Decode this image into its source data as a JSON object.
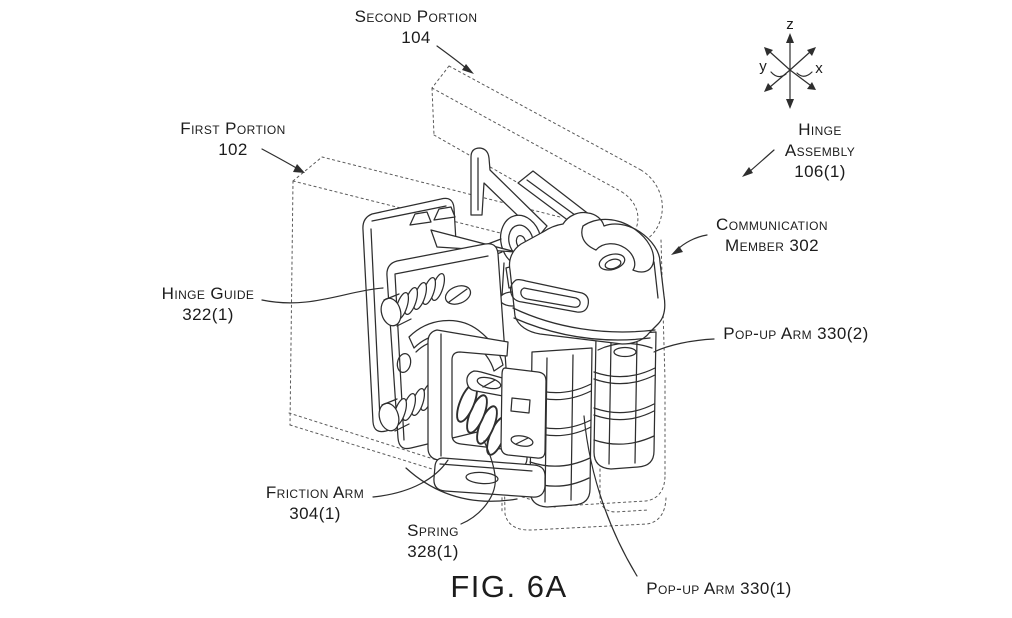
{
  "figure": {
    "caption": "FIG. 6A"
  },
  "axes_indicator": {
    "z": "z",
    "y": "y",
    "x": "x"
  },
  "labels": {
    "second_portion": {
      "name": "Second Portion",
      "ref": "104"
    },
    "first_portion": {
      "name": "First Portion",
      "ref": "102"
    },
    "hinge_guide": {
      "name": "Hinge Guide",
      "ref": "322(1)"
    },
    "friction_arm": {
      "name": "Friction Arm",
      "ref": "304(1)"
    },
    "spring": {
      "name": "Spring",
      "ref": "328(1)"
    },
    "pop_up_arm_1": {
      "name": "Pop-up Arm 330(1)"
    },
    "pop_up_arm_2": {
      "name": "Pop-up Arm 330(2)"
    },
    "communication_member": {
      "name": "Communication",
      "ref": "Member 302"
    },
    "hinge_assembly": {
      "name": "Hinge",
      "name2": "Assembly",
      "ref": "106(1)"
    }
  },
  "colors": {
    "background": "#ffffff",
    "line": "#2e2e2e",
    "phantom_line": "#5a5a5a",
    "text": "#1c1c1c"
  }
}
